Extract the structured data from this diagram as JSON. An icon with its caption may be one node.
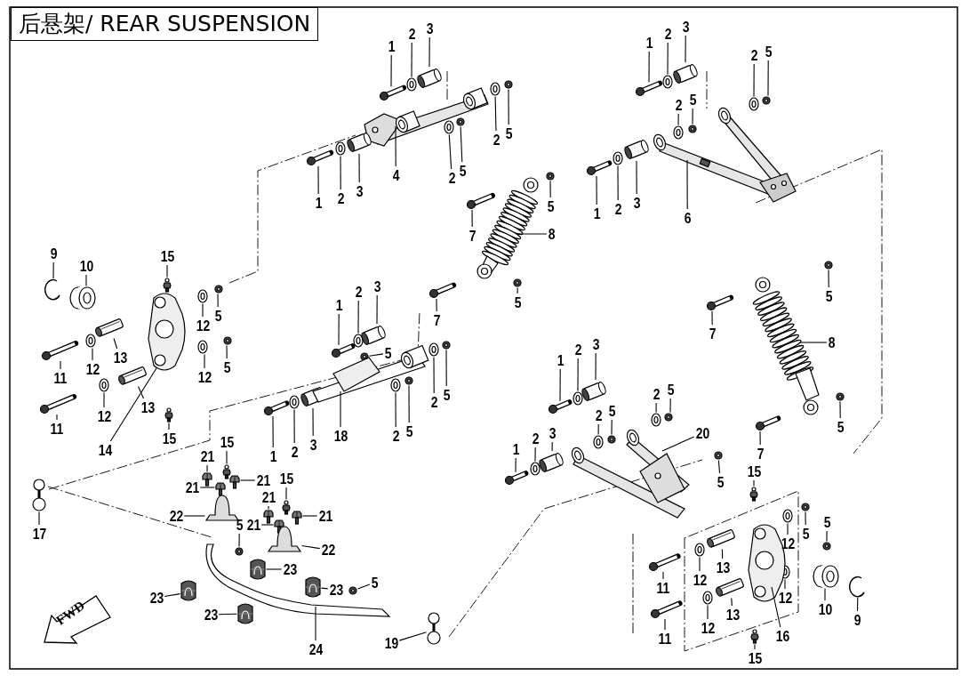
{
  "diagram": {
    "title": "后悬架/ REAR SUSPENSION",
    "nodes": [
      {
        "text": [
          "1"
        ]
      },
      {
        "text": [
          "2"
        ]
      },
      {
        "text": [
          "3"
        ]
      },
      {
        "text": [
          "2"
        ]
      },
      {
        "text": [
          "5"
        ]
      },
      {
        "text": [
          "4"
        ]
      },
      {
        "text": [
          "2"
        ]
      },
      {
        "text": [
          "5"
        ]
      },
      {
        "text": [
          "1"
        ]
      },
      {
        "text": [
          "2"
        ]
      },
      {
        "text": [
          "3"
        ]
      },
      {
        "text": [
          "1"
        ]
      },
      {
        "text": [
          "2"
        ]
      },
      {
        "text": [
          "3"
        ]
      },
      {
        "text": [
          "2"
        ]
      },
      {
        "text": [
          "5"
        ]
      },
      {
        "text": [
          "2"
        ]
      },
      {
        "text": [
          "5"
        ]
      },
      {
        "text": [
          "1"
        ]
      },
      {
        "text": [
          "2"
        ]
      },
      {
        "text": [
          "3"
        ]
      },
      {
        "text": [
          "6"
        ]
      },
      {
        "text": [
          "7"
        ]
      },
      {
        "text": [
          "5"
        ]
      },
      {
        "text": [
          "8"
        ]
      },
      {
        "text": [
          "5"
        ]
      },
      {
        "text": [
          "9"
        ]
      },
      {
        "text": [
          "10"
        ]
      },
      {
        "text": [
          "15"
        ]
      },
      {
        "text": [
          "12"
        ]
      },
      {
        "text": [
          "5"
        ]
      },
      {
        "text": [
          "11"
        ]
      },
      {
        "text": [
          "12"
        ]
      },
      {
        "text": [
          "13"
        ]
      },
      {
        "text": [
          "12"
        ]
      },
      {
        "text": [
          "5"
        ]
      },
      {
        "text": [
          "13"
        ]
      },
      {
        "text": [
          "11"
        ]
      },
      {
        "text": [
          "12"
        ]
      },
      {
        "text": [
          "14"
        ]
      },
      {
        "text": [
          "15"
        ]
      },
      {
        "text": [
          "1"
        ]
      },
      {
        "text": [
          "2"
        ]
      },
      {
        "text": [
          "3"
        ]
      },
      {
        "text": [
          "5"
        ]
      },
      {
        "text": [
          "7"
        ]
      },
      {
        "text": [
          "2"
        ]
      },
      {
        "text": [
          "5"
        ]
      },
      {
        "text": [
          "2"
        ]
      },
      {
        "text": [
          "5"
        ]
      },
      {
        "text": [
          "1"
        ]
      },
      {
        "text": [
          "2"
        ]
      },
      {
        "text": [
          "3"
        ]
      },
      {
        "text": [
          "18"
        ]
      },
      {
        "text": [
          "17"
        ]
      },
      {
        "text": [
          "21"
        ]
      },
      {
        "text": [
          "15"
        ]
      },
      {
        "text": [
          "21"
        ]
      },
      {
        "text": [
          "21"
        ]
      },
      {
        "text": [
          "22"
        ]
      },
      {
        "text": [
          "5"
        ]
      },
      {
        "text": [
          "21"
        ]
      },
      {
        "text": [
          "15"
        ]
      },
      {
        "text": [
          "21"
        ]
      },
      {
        "text": [
          "21"
        ]
      },
      {
        "text": [
          "22"
        ]
      },
      {
        "text": [
          "23"
        ]
      },
      {
        "text": [
          "23"
        ]
      },
      {
        "text": [
          "23"
        ]
      },
      {
        "text": [
          "5"
        ]
      },
      {
        "text": [
          "23"
        ]
      },
      {
        "text": [
          "24"
        ]
      },
      {
        "text": [
          "19"
        ]
      },
      {
        "text": [
          "1"
        ]
      },
      {
        "text": [
          "2"
        ]
      },
      {
        "text": [
          "3"
        ]
      },
      {
        "text": [
          "2"
        ]
      },
      {
        "text": [
          "5"
        ]
      },
      {
        "text": [
          "2"
        ]
      },
      {
        "text": [
          "5"
        ]
      },
      {
        "text": [
          "20"
        ]
      },
      {
        "text": [
          "1"
        ]
      },
      {
        "text": [
          "2"
        ]
      },
      {
        "text": [
          "3"
        ]
      },
      {
        "text": [
          "5"
        ]
      },
      {
        "text": [
          "5"
        ]
      },
      {
        "text": [
          "7"
        ]
      },
      {
        "text": [
          "8"
        ]
      },
      {
        "text": [
          "5"
        ]
      },
      {
        "text": [
          "7"
        ]
      },
      {
        "text": [
          "15"
        ]
      },
      {
        "text": [
          "12"
        ]
      },
      {
        "text": [
          "5"
        ]
      },
      {
        "text": [
          "5"
        ]
      },
      {
        "text": [
          "11"
        ]
      },
      {
        "text": [
          "12"
        ]
      },
      {
        "text": [
          "13"
        ]
      },
      {
        "text": [
          "12"
        ]
      },
      {
        "text": [
          "10"
        ]
      },
      {
        "text": [
          "9"
        ]
      },
      {
        "text": [
          "13"
        ]
      },
      {
        "text": [
          "11"
        ]
      },
      {
        "text": [
          "12"
        ]
      },
      {
        "text": [
          "16"
        ]
      },
      {
        "text": [
          "15"
        ]
      },
      {
        "text": [
          "FWD"
        ]
      },
      {
        "text": [],
        "shape": "picture"
      },
      {
        "text": [],
        "shape": "picture"
      },
      {
        "text": [],
        "shape": "picture"
      },
      {
        "text": [],
        "shape": "picture"
      },
      {
        "text": [],
        "shape": "picture"
      },
      {
        "text": [],
        "shape": "picture"
      },
      {
        "text": [],
        "shape": "picture"
      },
      {
        "text": [],
        "shape": "picture"
      },
      {
        "text": [],
        "shape": "picture"
      },
      {
        "text": [],
        "shape": "picture"
      },
      {
        "text": [],
        "shape": "picture"
      },
      {
        "text": [],
        "shape": "picture"
      },
      {
        "text": [],
        "shape": "picture"
      },
      {
        "text": [],
        "shape": "picture"
      },
      {
        "text": [],
        "shape": "picture"
      },
      {
        "text": [],
        "shape": "picture"
      },
      {
        "text": [],
        "shape": "picture"
      },
      {
        "text": [],
        "shape": "picture"
      },
      {
        "text": [],
        "shape": "picture"
      },
      {
        "text": [],
        "shape": "picture"
      },
      {
        "text": [],
        "shape": "picture"
      },
      {
        "text": [],
        "shape": "picture"
      },
      {
        "text": [],
        "shape": "picture"
      },
      {
        "text": [],
        "shape": "picture"
      },
      {
        "text": [],
        "shape": "picture"
      },
      {
        "text": [],
        "shape": "picture"
      },
      {
        "text": [],
        "shape": "picture"
      },
      {
        "text": [],
        "shape": "picture"
      },
      {
        "text": [],
        "shape": "picture"
      },
      {
        "text": [],
        "shape": "picture"
      },
      {
        "text": [],
        "shape": "picture"
      },
      {
        "text": [],
        "shape": "picture"
      },
      {
        "text": [],
        "shape": "picture"
      },
      {
        "text": [],
        "shape": "picture"
      },
      {
        "text": [],
        "shape": "picture"
      },
      {
        "text": [],
        "shape": "picture"
      },
      {
        "text": [],
        "shape": "picture"
      },
      {
        "text": [],
        "shape": "picture"
      },
      {
        "text": [],
        "shape": "picture"
      },
      {
        "text": [],
        "shape": "picture"
      },
      {
        "text": [],
        "shape": "picture"
      },
      {
        "text": [],
        "shape": "picture"
      },
      {
        "text": [],
        "shape": "picture"
      },
      {
        "text": [],
        "shape": "picture"
      },
      {
        "text": [],
        "shape": "picture"
      },
      {
        "text": [],
        "shape": "picture"
      },
      {
        "text": [],
        "shape": "picture"
      },
      {
        "text": [],
        "shape": "picture"
      },
      {
        "text": [],
        "shape": "picture"
      },
      {
        "text": [],
        "shape": "picture"
      },
      {
        "text": [],
        "shape": "picture"
      },
      {
        "text": [],
        "shape": "picture"
      },
      {
        "text": [],
        "shape": "picture"
      },
      {
        "text": [],
        "shape": "picture"
      },
      {
        "text": [],
        "shape": "picture"
      },
      {
        "text": [],
        "shape": "picture"
      },
      {
        "text": [],
        "shape": "picture"
      },
      {
        "text": [],
        "shape": "picture"
      },
      {
        "text": [],
        "shape": "picture"
      },
      {
        "text": [],
        "shape": "picture"
      },
      {
        "text": [],
        "shape": "picture"
      },
      {
        "text": [],
        "shape": "picture"
      },
      {
        "text": [],
        "shape": "picture"
      },
      {
        "text": [],
        "shape": "picture"
      },
      {
        "text": [],
        "shape": "picture"
      },
      {
        "text": [],
        "shape": "picture"
      },
      {
        "text": [],
        "shape": "picture"
      },
      {
        "text": [],
        "shape": "picture"
      },
      {
        "text": [],
        "shape": "picture"
      },
      {
        "text": [],
        "shape": "picture"
      },
      {
        "text": [],
        "shape": "picture"
      },
      {
        "text": [],
        "shape": "picture"
      },
      {
        "text": [],
        "shape": "picture"
      },
      {
        "text": [],
        "shape": "picture"
      },
      {
        "text": [],
        "shape": "picture"
      },
      {
        "text": [],
        "shape": "picture"
      },
      {
        "text": [],
        "shape": "picture"
      },
      {
        "text": [],
        "shape": "picture"
      },
      {
        "text": [],
        "shape": "picture"
      },
      {
        "text": [],
        "shape": "picture"
      },
      {
        "text": [],
        "shape": "picture"
      },
      {
        "text": [],
        "shape": "picture"
      },
      {
        "text": [],
        "shape": "picture"
      },
      {
        "text": [],
        "shape": "picture"
      },
      {
        "text": [],
        "shape": "picture"
      },
      {
        "text": [],
        "shape": "picture"
      },
      {
        "text": [],
        "shape": "picture"
      },
      {
        "text": [],
        "shape": "picture"
      },
      {
        "text": [],
        "shape": "picture"
      },
      {
        "text": [],
        "shape": "picture"
      },
      {
        "text": [],
        "shape": "picture"
      },
      {
        "text": [],
        "shape": "picture"
      },
      {
        "text": [],
        "shape": "picture"
      },
      {
        "text": [],
        "shape": "picture"
      },
      {
        "text": [],
        "shape": "picture"
      },
      {
        "text": [],
        "shape": "picture"
      },
      {
        "text": [],
        "shape": "picture"
      },
      {
        "text": [],
        "shape": "picture"
      },
      {
        "text": [],
        "shape": "picture"
      },
      {
        "text": [],
        "shape": "picture"
      },
      {
        "text": [],
        "shape": "picture"
      },
      {
        "text": [],
        "shape": "picture"
      },
      {
        "text": [],
        "shape": "picture"
      },
      {
        "text": [],
        "shape": "picture"
      },
      {
        "text": [],
        "shape": "picture"
      }
    ],
    "edges": [
      {
        "from": 0,
        "to": 106,
        "arrow": "none"
      },
      {
        "from": 1,
        "to": 107,
        "arrow": "none"
      },
      {
        "from": 2,
        "to": 108,
        "arrow": "none"
      },
      {
        "from": 3,
        "to": 109,
        "arrow": "none"
      },
      {
        "from": 4,
        "to": 110,
        "arrow": "none"
      },
      {
        "from": 5,
        "to": 111,
        "arrow": "none"
      },
      {
        "from": 6,
        "to": 112,
        "arrow": "none"
      },
      {
        "from": 7,
        "to": 113,
        "arrow": "none"
      },
      {
        "from": 8,
        "to": 114,
        "arrow": "none"
      },
      {
        "from": 9,
        "to": 115,
        "arrow": "none"
      },
      {
        "from": 10,
        "to": 116,
        "arrow": "none"
      },
      {
        "from": 11,
        "to": 117,
        "arrow": "none"
      },
      {
        "from": 12,
        "to": 118,
        "arrow": "none"
      },
      {
        "from": 13,
        "to": 119,
        "arrow": "none"
      },
      {
        "from": 14,
        "to": 120,
        "arrow": "none"
      },
      {
        "from": 15,
        "to": 121,
        "arrow": "none"
      },
      {
        "from": 16,
        "to": 122,
        "arrow": "none"
      },
      {
        "from": 17,
        "to": 123,
        "arrow": "none"
      },
      {
        "from": 18,
        "to": 124,
        "arrow": "none"
      },
      {
        "from": 19,
        "to": 125,
        "arrow": "none"
      },
      {
        "from": 20,
        "to": 126,
        "arrow": "none"
      },
      {
        "from": 21,
        "to": 127,
        "arrow": "none"
      },
      {
        "from": 22,
        "to": 128,
        "arrow": "none"
      },
      {
        "from": 23,
        "to": 129,
        "arrow": "none"
      },
      {
        "from": 24,
        "to": 130,
        "arrow": "none"
      },
      {
        "from": 25,
        "to": 131,
        "arrow": "none"
      },
      {
        "from": 26,
        "to": 132,
        "arrow": "none"
      },
      {
        "from": 27,
        "to": 133,
        "arrow": "none"
      },
      {
        "from": 28,
        "to": 134,
        "arrow": "none"
      },
      {
        "from": 29,
        "to": 135,
        "arrow": "none"
      },
      {
        "from": 30,
        "to": 136,
        "arrow": "none"
      },
      {
        "from": 31,
        "to": 137,
        "arrow": "none"
      },
      {
        "from": 32,
        "to": 138,
        "arrow": "none"
      },
      {
        "from": 33,
        "to": 139,
        "arrow": "none"
      },
      {
        "from": 34,
        "to": 140,
        "arrow": "none"
      },
      {
        "from": 35,
        "to": 141,
        "arrow": "none"
      },
      {
        "from": 36,
        "to": 142,
        "arrow": "none"
      },
      {
        "from": 37,
        "to": 143,
        "arrow": "none"
      },
      {
        "from": 38,
        "to": 144,
        "arrow": "none"
      },
      {
        "from": 39,
        "to": 145,
        "arrow": "none"
      },
      {
        "from": 40,
        "to": 146,
        "arrow": "none"
      },
      {
        "from": 41,
        "to": 147,
        "arrow": "none"
      },
      {
        "from": 42,
        "to": 148,
        "arrow": "none"
      },
      {
        "from": 43,
        "to": 149,
        "arrow": "none"
      },
      {
        "from": 44,
        "to": 150,
        "arrow": "none"
      },
      {
        "from": 45,
        "to": 151,
        "arrow": "none"
      },
      {
        "from": 46,
        "to": 152,
        "arrow": "none"
      },
      {
        "from": 47,
        "to": 153,
        "arrow": "none"
      },
      {
        "from": 48,
        "to": 154,
        "arrow": "none"
      },
      {
        "from": 49,
        "to": 155,
        "arrow": "none"
      },
      {
        "from": 50,
        "to": 156,
        "arrow": "none"
      },
      {
        "from": 51,
        "to": 157,
        "arrow": "none"
      },
      {
        "from": 52,
        "to": 158,
        "arrow": "none"
      },
      {
        "from": 53,
        "to": 159,
        "arrow": "none"
      },
      {
        "from": 54,
        "to": 160,
        "arrow": "none"
      },
      {
        "from": 55,
        "to": 161,
        "arrow": "none"
      },
      {
        "from": 56,
        "to": 162,
        "arrow": "none"
      },
      {
        "from": 57,
        "to": 163,
        "arrow": "none"
      },
      {
        "from": 58,
        "to": 164,
        "arrow": "none"
      },
      {
        "from": 59,
        "to": 165,
        "arrow": "none"
      },
      {
        "from": 60,
        "to": 166,
        "arrow": "none"
      },
      {
        "from": 61,
        "to": 167,
        "arrow": "none"
      },
      {
        "from": 62,
        "to": 168,
        "arrow": "none"
      },
      {
        "from": 63,
        "to": 169,
        "arrow": "none"
      },
      {
        "from": 64,
        "to": 170,
        "arrow": "none"
      },
      {
        "from": 65,
        "to": 171,
        "arrow": "none"
      },
      {
        "from": 66,
        "to": 172,
        "arrow": "none"
      },
      {
        "from": 67,
        "to": 173,
        "arrow": "none"
      },
      {
        "from": 68,
        "to": 174,
        "arrow": "none"
      },
      {
        "from": 69,
        "to": 175,
        "arrow": "none"
      },
      {
        "from": 70,
        "to": 176,
        "arrow": "none"
      },
      {
        "from": 71,
        "to": 177,
        "arrow": "none"
      },
      {
        "from": 72,
        "to": 178,
        "arrow": "none"
      },
      {
        "from": 73,
        "to": 179,
        "arrow": "none"
      },
      {
        "from": 74,
        "to": 180,
        "arrow": "none"
      },
      {
        "from": 75,
        "to": 181,
        "arrow": "none"
      },
      {
        "from": 76,
        "to": 182,
        "arrow": "none"
      },
      {
        "from": 77,
        "to": 183,
        "arrow": "none"
      },
      {
        "from": 78,
        "to": 184,
        "arrow": "none"
      },
      {
        "from": 79,
        "to": 185,
        "arrow": "none"
      },
      {
        "from": 80,
        "to": 186,
        "arrow": "none"
      },
      {
        "from": 81,
        "to": 187,
        "arrow": "none"
      },
      {
        "from": 82,
        "to": 188,
        "arrow": "none"
      },
      {
        "from": 83,
        "to": 189,
        "arrow": "none"
      },
      {
        "from": 84,
        "to": 190,
        "arrow": "none"
      },
      {
        "from": 85,
        "to": 191,
        "arrow": "none"
      },
      {
        "from": 86,
        "to": 192,
        "arrow": "none"
      },
      {
        "from": 87,
        "to": 193,
        "arrow": "none"
      },
      {
        "from": 88,
        "to": 194,
        "arrow": "none"
      },
      {
        "from": 89,
        "to": 195,
        "arrow": "none"
      },
      {
        "from": 90,
        "to": 196,
        "arrow": "none"
      },
      {
        "from": 91,
        "to": 197,
        "arrow": "none"
      },
      {
        "from": 92,
        "to": 198,
        "arrow": "none"
      },
      {
        "from": 93,
        "to": 199,
        "arrow": "none"
      },
      {
        "from": 94,
        "to": 200,
        "arrow": "none"
      },
      {
        "from": 95,
        "to": 201,
        "arrow": "none"
      },
      {
        "from": 96,
        "to": 202,
        "arrow": "none"
      },
      {
        "from": 97,
        "to": 203,
        "arrow": "none"
      },
      {
        "from": 98,
        "to": 204,
        "arrow": "none"
      },
      {
        "from": 99,
        "to": 205,
        "arrow": "none"
      },
      {
        "from": 100,
        "to": 206,
        "arrow": "none"
      },
      {
        "from": 101,
        "to": 207,
        "arrow": "none"
      },
      {
        "from": 102,
        "to": 208,
        "arrow": "none"
      },
      {
        "from": 103,
        "to": 209,
        "arrow": "none"
      },
      {
        "from": 104,
        "to": 210,
        "arrow": "none"
      }
    ]
  }
}
